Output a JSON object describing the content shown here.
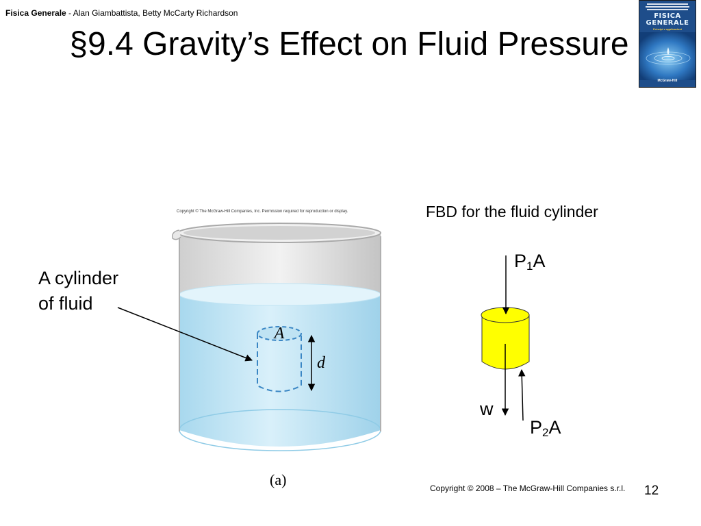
{
  "header": {
    "book_title": "Fisica Generale",
    "authors": " - Alan Giambattista, Betty McCarty Richardson"
  },
  "title": "§9.4 Gravity’s Effect on Fluid Pressure",
  "book_cover": {
    "title_line1": "FISICA",
    "title_line2": "GENERALE",
    "subtitle": "Principi e applicazioni",
    "publisher": "McGraw-Hill"
  },
  "diagram": {
    "copyright_notice": "Copyright © The McGraw-Hill Companies, Inc. Permission required for reproduction or display.",
    "area_label": "A",
    "depth_label": "d",
    "figure_label": "(a)",
    "cylinder_callout_line1": "A cylinder",
    "cylinder_callout_line2": "of fluid"
  },
  "fbd": {
    "caption": "FBD for the fluid cylinder",
    "top_force_main": "P",
    "top_force_sub": "1",
    "top_force_tail": "A",
    "weight_label": "w",
    "bottom_force_main": "P",
    "bottom_force_sub": "2",
    "bottom_force_tail": "A"
  },
  "footer": {
    "copyright": "Copyright © 2008 – The McGraw-Hill Companies s.r.l.",
    "page_number": "12"
  },
  "colors": {
    "fbd_cylinder_fill": "#ffff00",
    "water": "#bfe3f3",
    "beaker_glass": "#d6d6d6",
    "dashed_cylinder": "#3a86c4",
    "cover_background": "#1e4d8a"
  }
}
